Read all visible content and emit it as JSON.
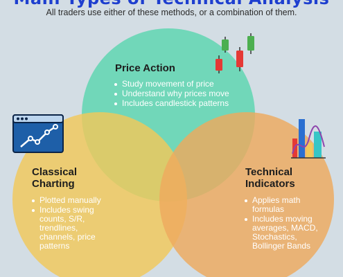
{
  "title": "Main Types of Technical Analysis",
  "subtitle": "All traders use either of these methods, or a combination of them.",
  "colors": {
    "background": "#d3dde4",
    "price_action": "#5fd6b2",
    "classical": "#f2c85a",
    "indicators": "#eeb06a",
    "title": "#1e3fcf"
  },
  "sections": {
    "price_action": {
      "heading": "Price Action",
      "points": [
        "Study movement of price",
        "Understand why prices move",
        "Includes candlestick patterns"
      ]
    },
    "classical": {
      "heading_line1": "Classical",
      "heading_line2": "Charting",
      "points": [
        "Plotted manually",
        "Includes swing counts, S/R, trendlines, channels, price patterns"
      ]
    },
    "indicators": {
      "heading_line1": "Technical",
      "heading_line2": "Indicators",
      "points": [
        "Applies math formulas",
        "Includes moving averages, MACD, Stochastics, Bollinger Bands"
      ]
    }
  },
  "icons": {
    "candles": "candlestick-chart-icon",
    "browser_chart": "line-chart-window-icon",
    "indicator_chart": "indicator-bar-chart-icon"
  }
}
